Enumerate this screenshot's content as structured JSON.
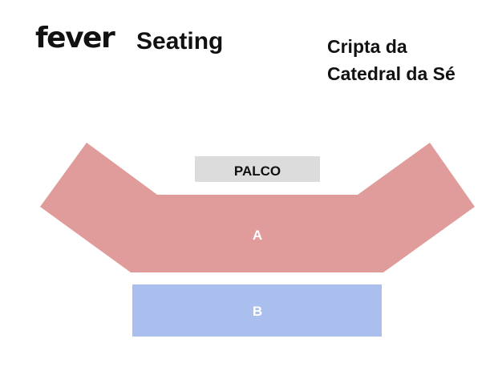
{
  "header": {
    "logo_text": "fever",
    "subtitle": "Seating",
    "venue_line1": "Cripta da",
    "venue_line2": "Catedral da Sé"
  },
  "map": {
    "stage_label": "PALCO",
    "sections": [
      {
        "label": "A",
        "color": "#df9c9b"
      },
      {
        "label": "B",
        "color": "#abbfee"
      }
    ],
    "stage_color": "#dcdcdc"
  }
}
